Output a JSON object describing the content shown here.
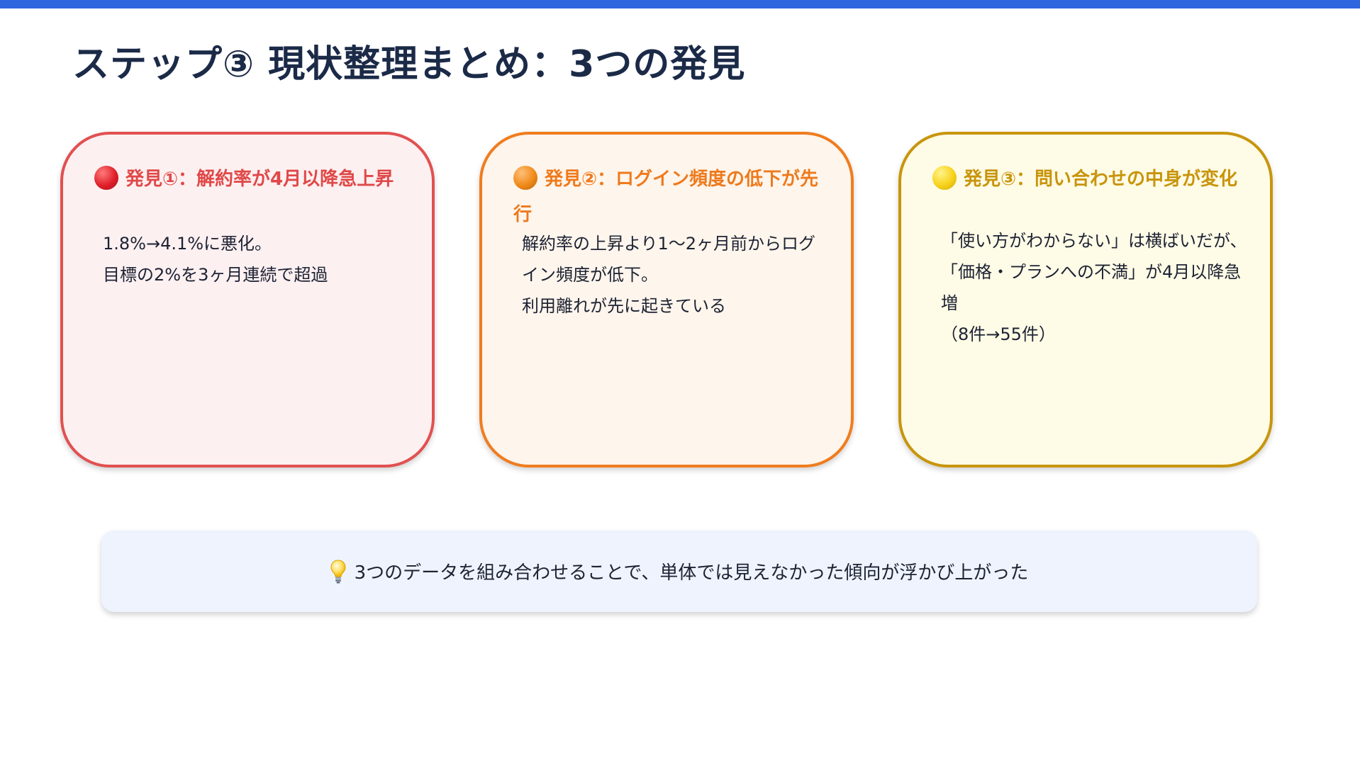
{
  "title": "ステップ③ 現状整理まとめ：3つの発見",
  "colors": {
    "top_bar": "#2f66e0",
    "title": "#1b2a47",
    "card1_accent": "#e25050",
    "card2_accent": "#f07c1e",
    "card3_accent": "#c8950c",
    "note_bg": "#eef3fd"
  },
  "cards": [
    {
      "icon": "red-circle-icon",
      "title": "発見①：解約率が4月以降急上昇",
      "lines": [
        "1.8%→4.1%に悪化。",
        "目標の2%を3ヶ月連続で超過"
      ]
    },
    {
      "icon": "orange-circle-icon",
      "title": "発見②：ログイン頻度の低下が先行",
      "lines": [
        "解約率の上昇より1〜2ヶ月前からログイン頻度が低下。",
        "利用離れが先に起きている"
      ]
    },
    {
      "icon": "yellow-circle-icon",
      "title": "発見③：問い合わせの中身が変化",
      "lines": [
        "「使い方がわからない」は横ばいだが、",
        "「価格・プランへの不満」が4月以降急増",
        "（8件→55件）"
      ]
    }
  ],
  "note": {
    "icon": "lightbulb-icon",
    "text": "3つのデータを組み合わせることで、単体では見えなかった傾向が浮かび上がった"
  }
}
